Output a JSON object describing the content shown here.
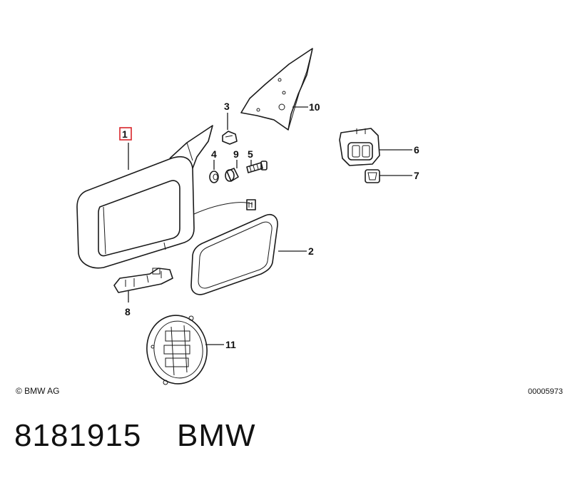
{
  "callouts": {
    "c1": "1",
    "c2": "2",
    "c3": "3",
    "c4": "4",
    "c5": "5",
    "c6": "6",
    "c7": "7",
    "c8": "8",
    "c9": "9",
    "c10": "10",
    "c11": "11"
  },
  "copyright": "© BMW AG",
  "image_code": "00005973",
  "footer": {
    "part_number": "8181915",
    "brand": "BMW"
  },
  "colors": {
    "line": "#1a1a1a",
    "highlight_box": "#d9252a"
  }
}
